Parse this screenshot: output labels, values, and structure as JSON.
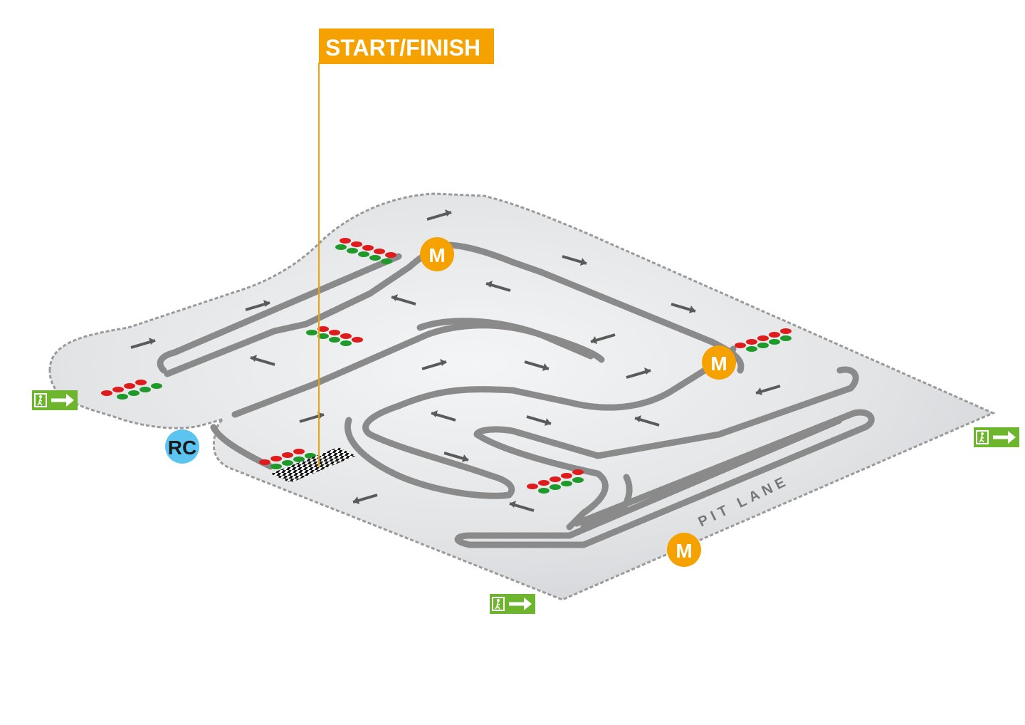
{
  "start_finish": {
    "label": "START/FINISH",
    "color": "#f5a100"
  },
  "pit_lane": {
    "label": "PIT LANE"
  },
  "marshal_posts": {
    "label": "M",
    "color": "#f5a100",
    "count": 3
  },
  "race_control": {
    "label": "RC",
    "color": "#5bc4f1"
  },
  "exits": {
    "icon": "emergency-exit-icon",
    "arrow_icon": "arrow-right-icon",
    "color": "#6cb52d",
    "count": 3
  },
  "tyre_barrier_color": "#8a8a8a",
  "track_surface_color": "#e4e6e8",
  "signal_lights": {
    "red": "#e01b1b",
    "green": "#1e9a2a",
    "groups": 6
  }
}
